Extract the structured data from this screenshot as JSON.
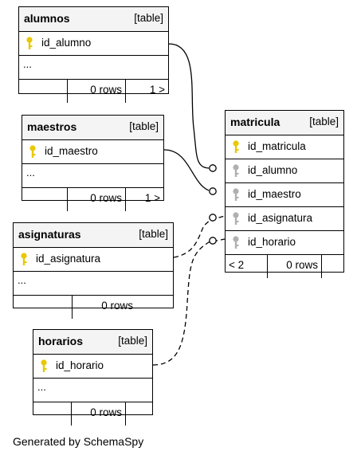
{
  "tables": {
    "alumnos": {
      "name": "alumnos",
      "kind": "[table]",
      "column": "id_alumno",
      "ellipsis": "...",
      "rows": "0 rows",
      "children": "1 >"
    },
    "maestros": {
      "name": "maestros",
      "kind": "[table]",
      "column": "id_maestro",
      "ellipsis": "...",
      "rows": "0 rows",
      "children": "1 >"
    },
    "asignaturas": {
      "name": "asignaturas",
      "kind": "[table]",
      "column": "id_asignatura",
      "ellipsis": "...",
      "rows": "0 rows"
    },
    "horarios": {
      "name": "horarios",
      "kind": "[table]",
      "column": "id_horario",
      "ellipsis": "...",
      "rows": "0 rows"
    },
    "matricula": {
      "name": "matricula",
      "kind": "[table]",
      "columns": [
        "id_matricula",
        "id_alumno",
        "id_maestro",
        "id_asignatura",
        "id_horario"
      ],
      "parents": "< 2",
      "rows": "0 rows"
    }
  },
  "colors": {
    "primary_key": "#e8c800",
    "foreign_key": "#b0b0b0",
    "header_bg": "#f4f4f4"
  },
  "footer": "Generated by SchemaSpy"
}
